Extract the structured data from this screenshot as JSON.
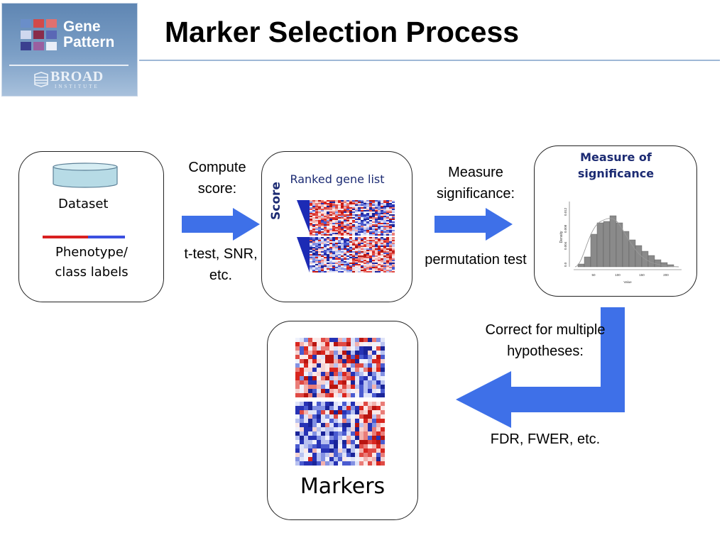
{
  "logo": {
    "line1": "Gene",
    "line2": "Pattern",
    "broad": "BROAD",
    "institute": "INSTITUTE"
  },
  "title": "Marker Selection Process",
  "dataset_box": {
    "dataset_label": "Dataset",
    "phenotype_label": "Phenotype/ class labels"
  },
  "steps": {
    "compute": "Compute score:",
    "compute_methods": "t-test, SNR, etc.",
    "measure": "Measure significance:",
    "measure_method": "permutation test",
    "correct": "Correct for multiple hypotheses:",
    "correct_methods": "FDR, FWER, etc."
  },
  "ranked_box": {
    "title": "Ranked gene list",
    "score_label": "Score"
  },
  "significance_box": {
    "title": "Measure of significance",
    "histogram": {
      "ylabel": "Density",
      "xlabel": "Value",
      "x_ticks": [
        "50",
        "100",
        "150",
        "200"
      ],
      "y_ticks": [
        "0.0",
        "0.004",
        "0.008",
        "0.012"
      ]
    }
  },
  "markers_box": {
    "label": "Markers"
  },
  "colors": {
    "arrow": "#3e70e8",
    "red": "#d92020",
    "blue": "#2030c0",
    "navy": "#1c2b73"
  }
}
